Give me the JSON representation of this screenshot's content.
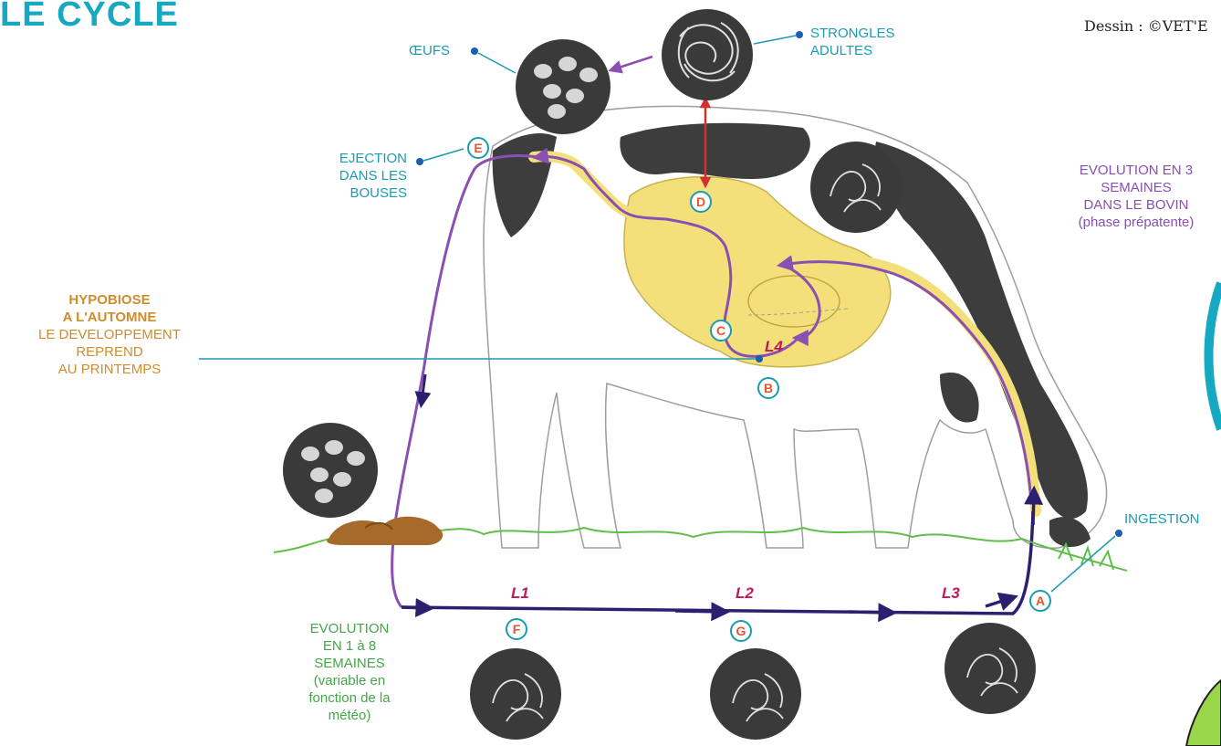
{
  "title": "LE CYCLE",
  "credit": "Dessin : ©VET'E",
  "labels": {
    "oeufs": "ŒUFS",
    "strongles_line1": "STRONGLES",
    "strongles_line2": "ADULTES",
    "ejection_line1": "EJECTION",
    "ejection_line2": "DANS LES",
    "ejection_line3": "BOUSES",
    "evo3_line1": "EVOLUTION EN 3",
    "evo3_line2": "SEMAINES",
    "evo3_line3": "DANS LE BOVIN",
    "evo3_line4": "(phase prépatente)",
    "hypo_line1": "HYPOBIOSE",
    "hypo_line2": "A L'AUTOMNE",
    "hypo_line3": "LE DEVELOPPEMENT",
    "hypo_line4": "REPREND",
    "hypo_line5": "AU PRINTEMPS",
    "ingestion": "INGESTION",
    "evo18_line1": "EVOLUTION",
    "evo18_line2": "EN 1 à 8",
    "evo18_line3": "SEMAINES",
    "evo18_line4": "(variable en",
    "evo18_line5": "fonction de la",
    "evo18_line6": "météo)"
  },
  "larval_stages": {
    "l1": "L1",
    "l2": "L2",
    "l3": "L3",
    "l4": "L4"
  },
  "markers": {
    "a": "A",
    "b": "B",
    "c": "C",
    "d": "D",
    "e": "E",
    "f": "F",
    "g": "G"
  },
  "colors": {
    "teal": "#1a9bb0",
    "purple": "#8a4fb3",
    "navy": "#2b2070",
    "green": "#43a747",
    "orange": "#d08c2c",
    "magenta": "#c2185b",
    "gut_yellow": "#f4e07a",
    "dark_circle": "#3a3a3a",
    "red_arrow": "#d32f2f"
  }
}
